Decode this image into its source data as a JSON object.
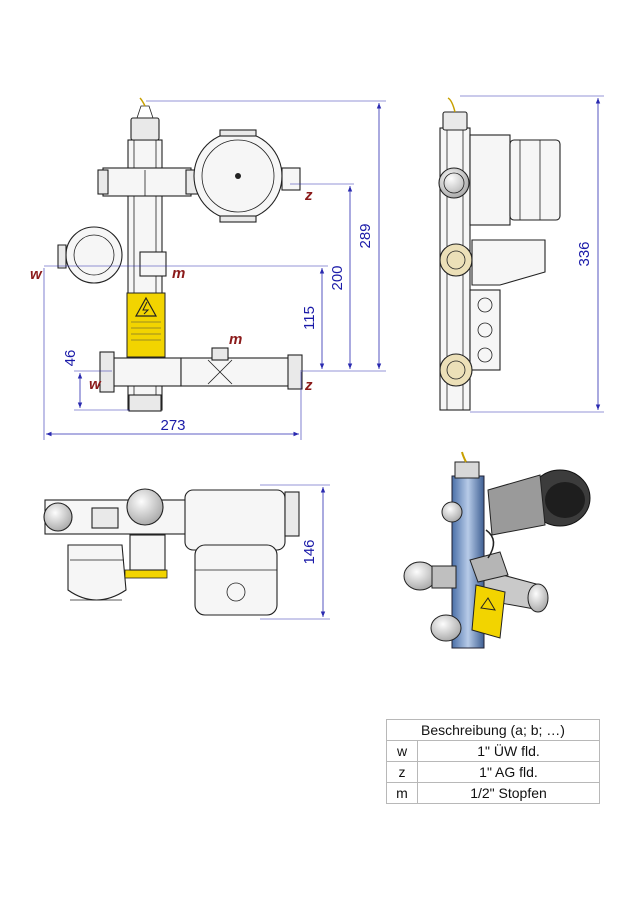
{
  "front_view": {
    "dimensions": {
      "height_289": "289",
      "height_200": "200",
      "height_115": "115",
      "height_46": "46",
      "width_273": "273"
    },
    "labels": {
      "w_left": "w",
      "m_upper": "m",
      "z_upper": "z",
      "m_lower": "m",
      "w_lower": "w",
      "z_lower": "z"
    }
  },
  "side_view": {
    "dimensions": {
      "height_336": "336"
    }
  },
  "top_view": {
    "dimensions": {
      "depth_146": "146"
    }
  },
  "legend": {
    "header": "Beschreibung (a; b; …)",
    "rows": [
      {
        "key": "w",
        "value": "1\" ÜW fld."
      },
      {
        "key": "z",
        "value": "1\" AG fld."
      },
      {
        "key": "m",
        "value": "1/2\" Stopfen"
      }
    ]
  },
  "colors": {
    "dimension": "#1a1aa8",
    "label": "#8b1a1a",
    "warning_label": "#f2d400",
    "iso_blue": "#6f93c8"
  }
}
